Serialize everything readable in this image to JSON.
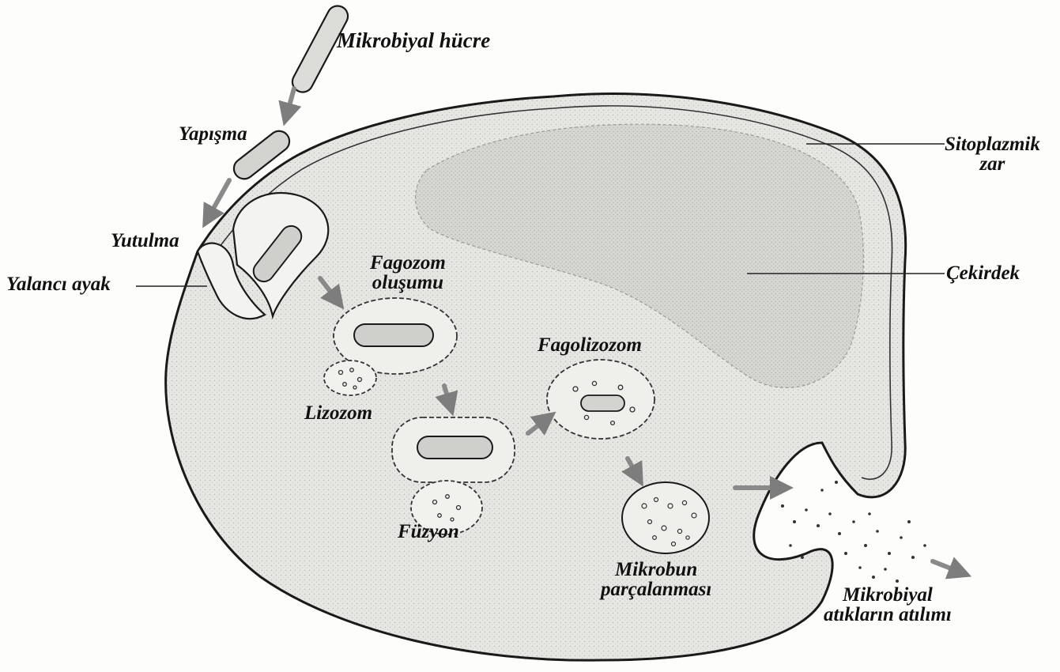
{
  "labels": {
    "microbial_cell": "Mikrobiyal hücre",
    "adhesion": "Yapışma",
    "ingestion": "Yutulma",
    "pseudopod": "Yalancı ayak",
    "phagosome_line1": "Fagozom",
    "phagosome_line2": "oluşumu",
    "lysosome": "Lizozom",
    "fusion": "Füzyon",
    "phagolysosome": "Fagolizozom",
    "digestion_line1": "Mikrobun",
    "digestion_line2": "parçalanması",
    "excretion_line1": "Mikrobiyal",
    "excretion_line2": "atıkların atılımı",
    "membrane_line1": "Sitoplazmik",
    "membrane_line2": "zar",
    "nucleus": "Çekirdek"
  },
  "colors": {
    "cytoplasm": "#e7e7e4",
    "nucleus": "#dadad6",
    "outline": "#1a1a1a",
    "arrow": "#8a8a8a",
    "background": "#fdfdfb"
  }
}
